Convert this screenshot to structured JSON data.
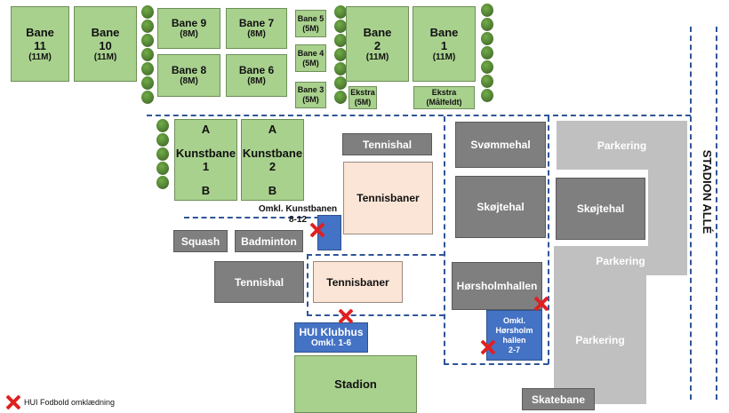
{
  "fields": {
    "bane11": {
      "name": "Bane",
      "num": "11",
      "size": "(11M)"
    },
    "bane10": {
      "name": "Bane",
      "num": "10",
      "size": "(11M)"
    },
    "bane9": {
      "name": "Bane 9",
      "size": "(8M)"
    },
    "bane7": {
      "name": "Bane 7",
      "size": "(8M)"
    },
    "bane8": {
      "name": "Bane 8",
      "size": "(8M)"
    },
    "bane6": {
      "name": "Bane 6",
      "size": "(8M)"
    },
    "bane5": {
      "name": "Bane 5",
      "size": "(5M)"
    },
    "bane4": {
      "name": "Bane 4",
      "size": "(5M)"
    },
    "bane3": {
      "name": "Bane 3",
      "size": "(5M)"
    },
    "bane2": {
      "name": "Bane",
      "num": "2",
      "size": "(11M)"
    },
    "bane1": {
      "name": "Bane",
      "num": "1",
      "size": "(11M)"
    },
    "ekstra5": {
      "name": "Ekstra",
      "size": "(5M)"
    },
    "ekstraMaalfeldt": {
      "name": "Ekstra",
      "size": "(Målfeldt)"
    }
  },
  "kunstbaner": {
    "one": {
      "top": "A",
      "name": "Kunstbane",
      "num": "1",
      "bottom": "B"
    },
    "two": {
      "top": "A",
      "name": "Kunstbane",
      "num": "2",
      "bottom": "B"
    }
  },
  "buildings": {
    "tennishal_top": "Tennishal",
    "tennisbaner_top": "Tennisbaner",
    "squash": "Squash",
    "badminton": "Badminton",
    "tennishal_bottom": "Tennishal",
    "tennisbaner_bottom": "Tennisbaner",
    "svommehal": "Svømmehal",
    "skojtehal_left": "Skøjtehal",
    "skojtehal_right": "Skøjtehal",
    "horsholmhallen": "Hørsholmhallen",
    "skatebane": "Skatebane",
    "parkering_top": "Parkering",
    "parkering_mid": "Parkering",
    "parkering_bottom": "Parkering",
    "stadion": "Stadion"
  },
  "changing_rooms": {
    "kunstbanen_label": "Omkl. Kunstbanen",
    "kunstbanen_range": "8-12",
    "klubhus_name": "HUI Klubhus",
    "klubhus_range": "Omkl. 1-6",
    "horsholm_line1": "Omkl.",
    "horsholm_line2": "Hørsholm",
    "horsholm_line3": "hallen",
    "horsholm_range": "2-7"
  },
  "street": "STADION ALLÉ",
  "legend": {
    "text": "HUI Fodbold omklædning",
    "marker_color": "#e02020"
  },
  "colors": {
    "field_green": "#a9d18e",
    "building_gray": "#7f7f7f",
    "parking_gray": "#c0c0c0",
    "tennis_peach": "#fbe5d6",
    "changing_blue": "#4472c4",
    "path_blue": "#2f5597"
  }
}
